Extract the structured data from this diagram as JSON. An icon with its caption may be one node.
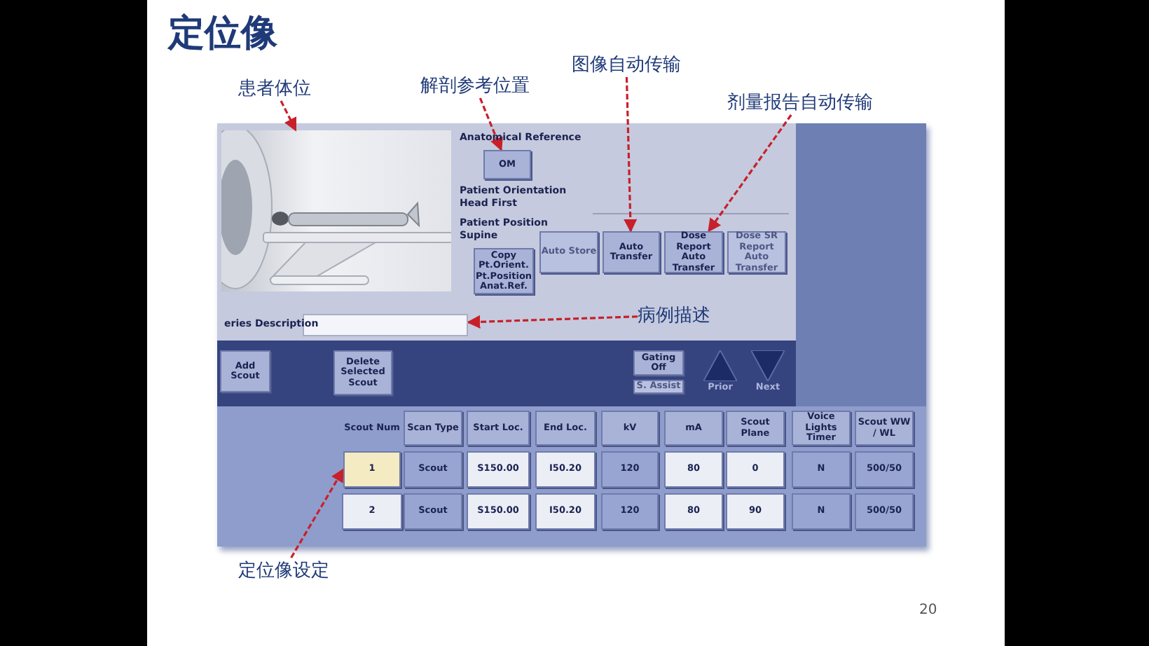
{
  "diagram": {
    "title": "定位像",
    "nodes": [
      {
        "text": [
          "患者体位"
        ]
      },
      {
        "text": [
          "解剖参考位置"
        ]
      },
      {
        "text": [
          "图像自动传输"
        ]
      },
      {
        "text": [
          "剂量报告自动传输"
        ]
      },
      {
        "text": [],
        "shape": "picture"
      },
      {
        "text": [
          "OM"
        ]
      },
      {
        "text": [
          "Copy Pt.Orient. Pt.Position Anat.Ref."
        ]
      },
      {
        "text": [
          "Auto Store"
        ]
      },
      {
        "text": [
          "Auto Transfer"
        ]
      },
      {
        "text": [
          "Dose Report Auto Transfer"
        ]
      },
      {
        "text": [
          "Dose SR Report Auto Transfer"
        ]
      },
      {
        "text": [],
        "shape": "box"
      },
      {
        "text": [
          "病例描述"
        ]
      },
      {
        "text": [
          "Add Scout"
        ]
      },
      {
        "text": [
          "Delete Selected Scout"
        ]
      },
      {
        "text": [
          "Gating Off"
        ]
      },
      {
        "text": [
          "S. Assist"
        ]
      },
      {
        "text": [
          "Prior"
        ]
      },
      {
        "text": [
          "Next"
        ]
      },
      {
        "text": [
          "1"
        ]
      },
      {
        "text": [
          "定位像设定"
        ]
      }
    ],
    "edges": [
      {
        "from": 0,
        "to": 4,
        "arrow": "to",
        "style": "dashed"
      },
      {
        "from": 1,
        "to": 5,
        "arrow": "to",
        "style": "dashed"
      },
      {
        "from": 2,
        "to": 8,
        "arrow": "to",
        "style": "dashed"
      },
      {
        "from": 3,
        "to": 9,
        "arrow": "to",
        "style": "dashed"
      },
      {
        "from": 12,
        "to": 11,
        "arrow": "to",
        "style": "dashed"
      },
      {
        "from": 20,
        "to": 19,
        "arrow": "to",
        "style": "dashed"
      }
    ],
    "labels": [
      "Anatomical Reference",
      "Patient Orientation",
      "Head First",
      "Patient Position",
      "Supine",
      "eries Description",
      "Scout Num",
      "Scan Type",
      "Start Loc.",
      "End Loc.",
      "kV",
      "mA",
      "Scout Plane",
      "Voice Lights Timer",
      "Scout WW / WL",
      "Scout",
      "S150.00",
      "I50.20",
      "120",
      "80",
      "0",
      "N",
      "500/50",
      "2",
      "Scout",
      "S150.00",
      "I50.20",
      "120",
      "80",
      "90",
      "N",
      "500/50",
      "20"
    ]
  }
}
